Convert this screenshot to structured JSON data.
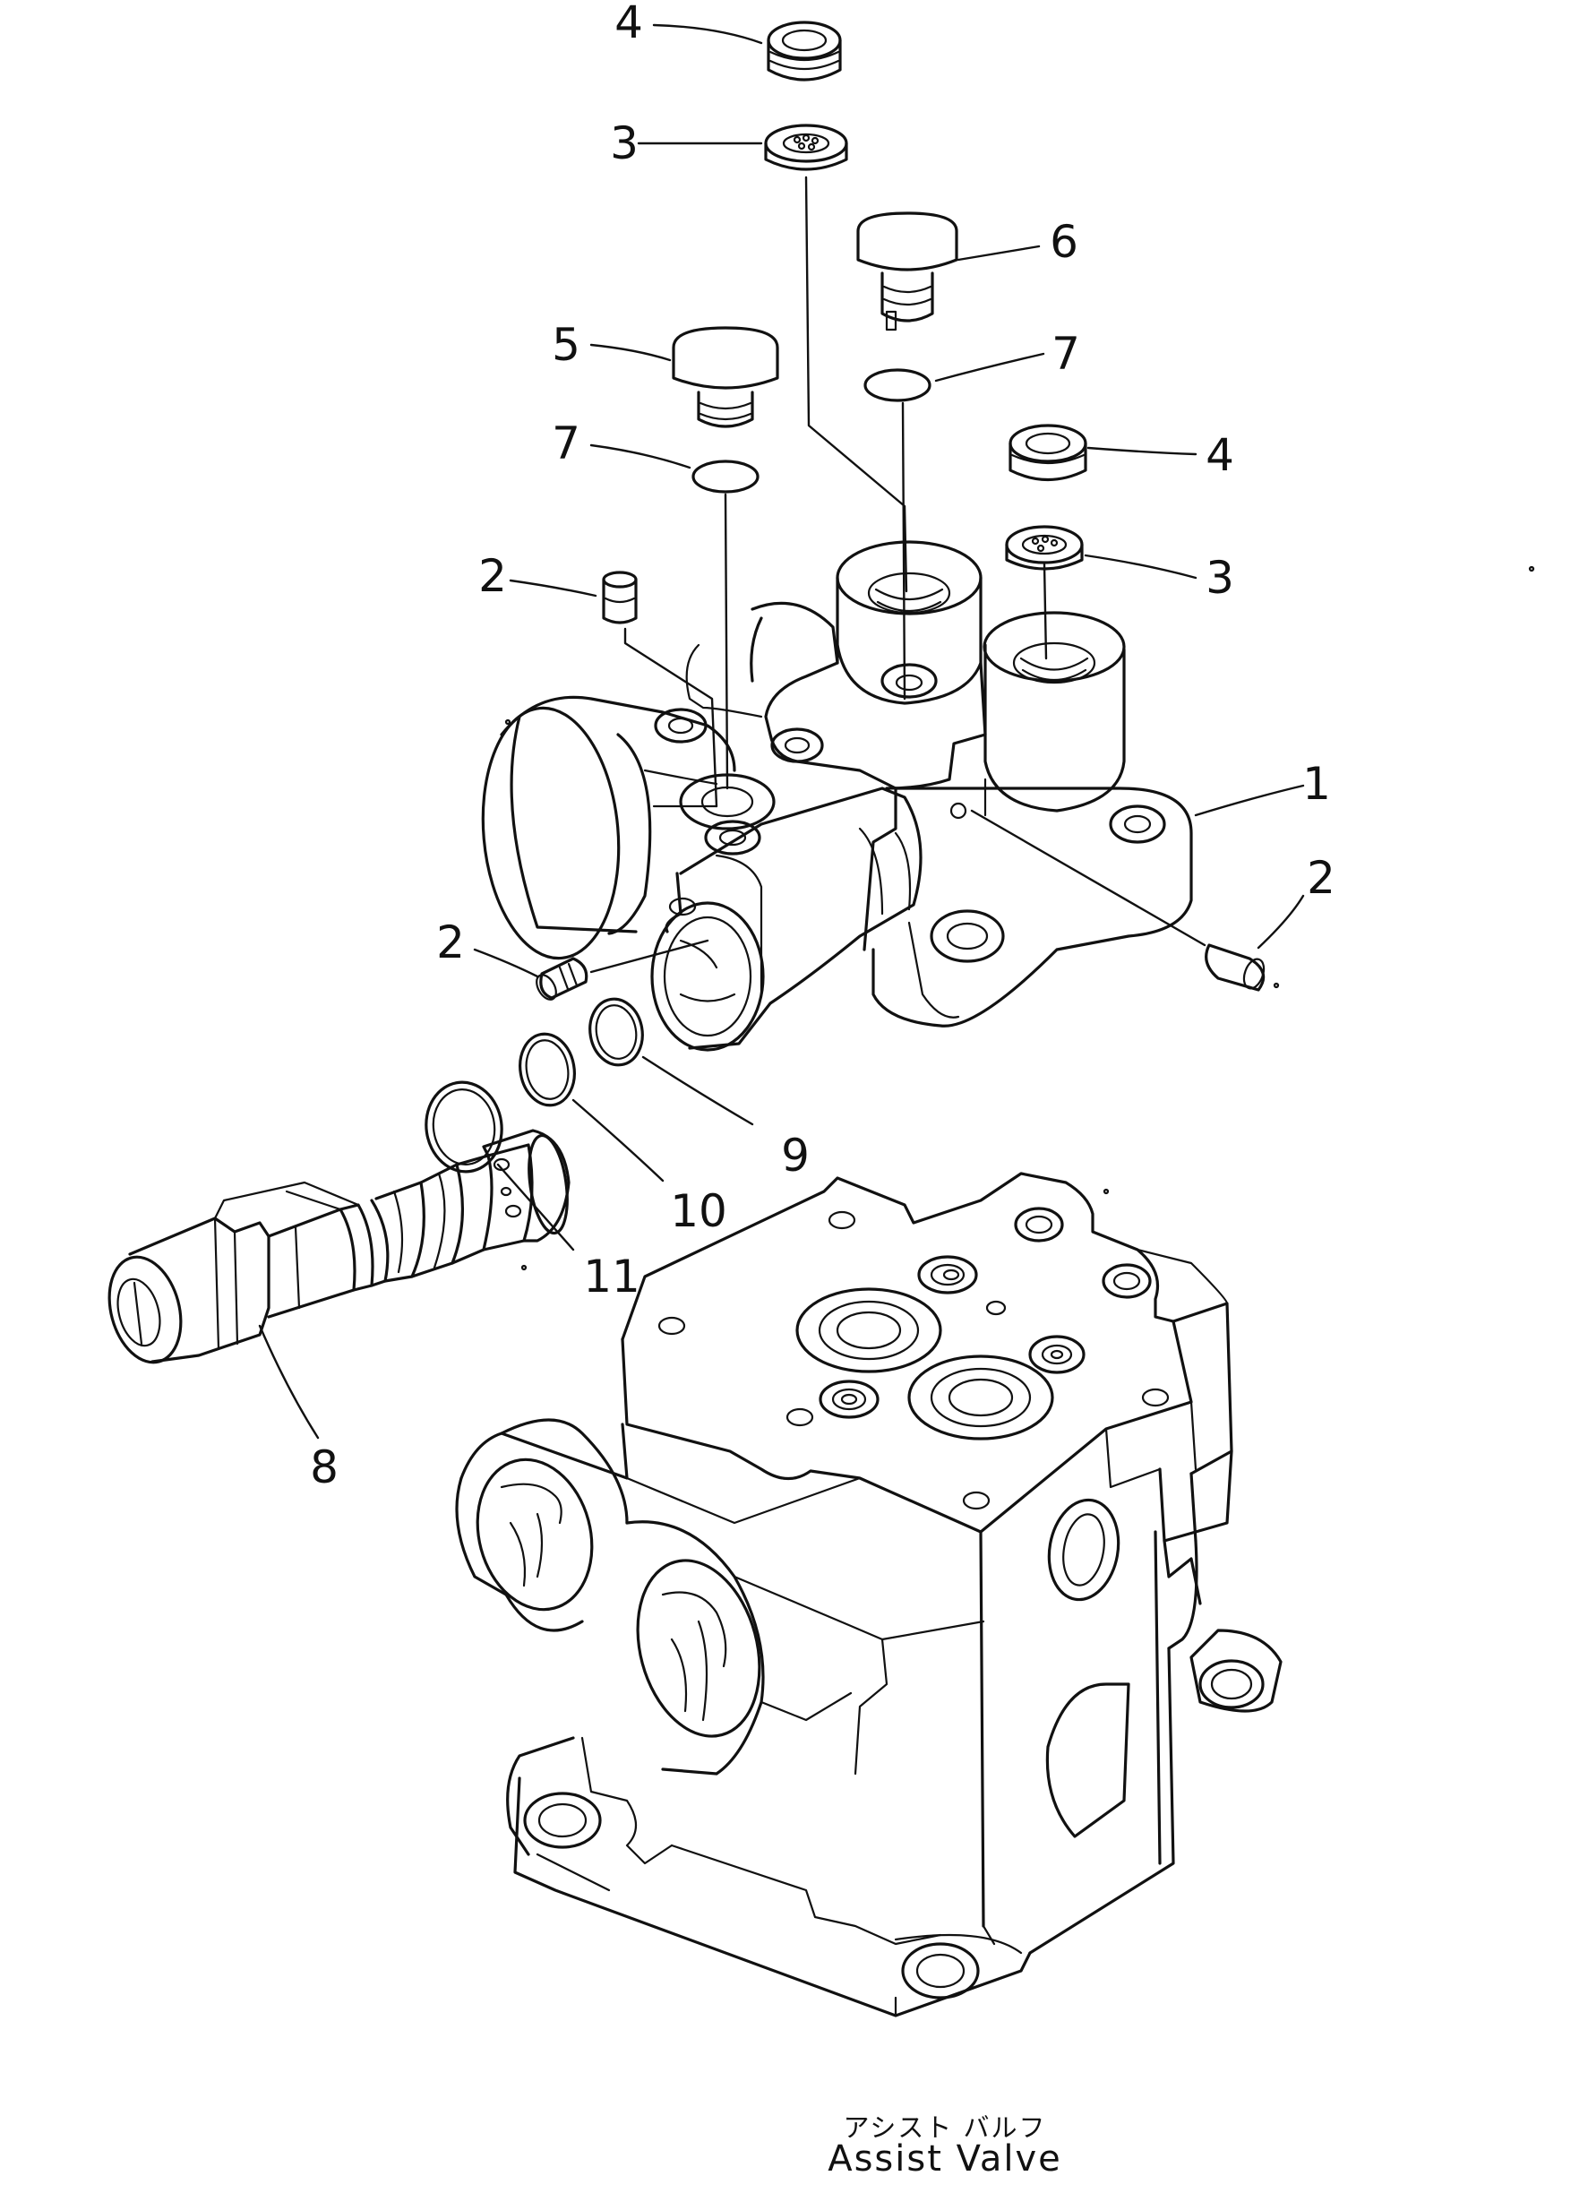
{
  "title_jp": "アシスト バルフ",
  "title_en": "Assist Valve",
  "callouts": [
    {
      "id": "4a",
      "text": "4"
    },
    {
      "id": "3a",
      "text": "3"
    },
    {
      "id": "6",
      "text": "6"
    },
    {
      "id": "5",
      "text": "5"
    },
    {
      "id": "7a",
      "text": "7"
    },
    {
      "id": "7b",
      "text": "7"
    },
    {
      "id": "4b",
      "text": "4"
    },
    {
      "id": "3b",
      "text": "3"
    },
    {
      "id": "2a",
      "text": "2"
    },
    {
      "id": "1",
      "text": "1"
    },
    {
      "id": "2b",
      "text": "2"
    },
    {
      "id": "2c",
      "text": "2"
    },
    {
      "id": "9",
      "text": "9"
    },
    {
      "id": "10",
      "text": "10"
    },
    {
      "id": "11",
      "text": "11"
    },
    {
      "id": "8",
      "text": "8"
    }
  ]
}
